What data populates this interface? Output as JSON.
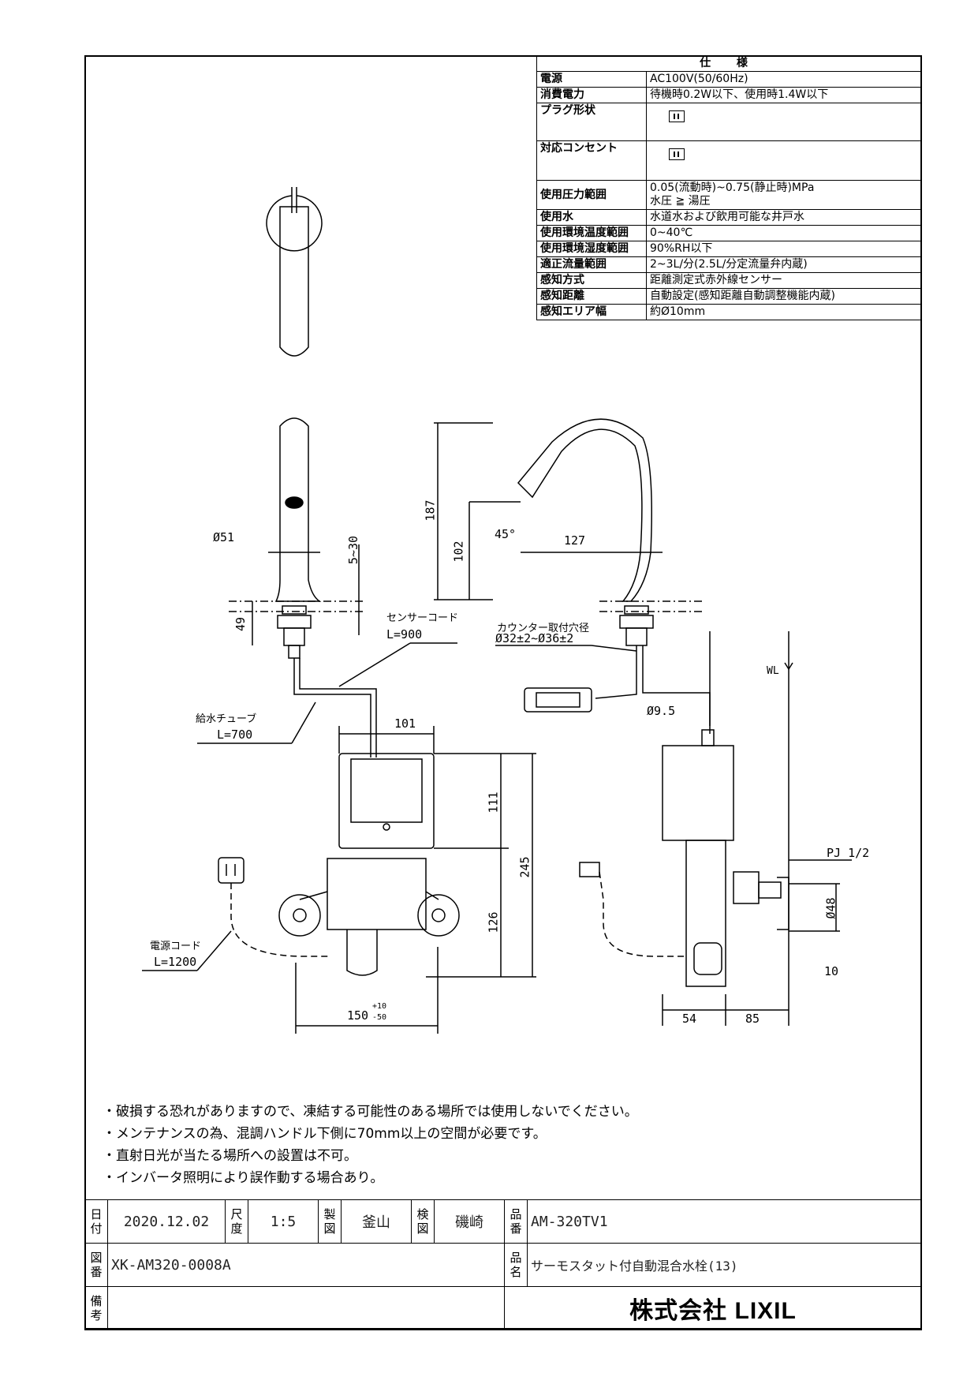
{
  "spec": {
    "header": "仕 様",
    "rows": [
      {
        "key": "電源",
        "value": "AC100V(50/60Hz)"
      },
      {
        "key": "消費電力",
        "value": "待機時0.2W以下、使用時1.4W以下"
      },
      {
        "key": "プラグ形状",
        "value": ""
      },
      {
        "key": "対応コンセント",
        "value": ""
      },
      {
        "key": "使用圧力範囲",
        "value": "0.05(流動時)~0.75(静止時)MPa",
        "value2": "水圧 ≧ 湯圧"
      },
      {
        "key": "使用水",
        "value": "水道水および飲用可能な井戸水"
      },
      {
        "key": "使用環境温度範囲",
        "value": "0~40℃"
      },
      {
        "key": "使用環境湿度範囲",
        "value": "90%RH以下"
      },
      {
        "key": "適正流量範囲",
        "value": "2~3L/分(2.5L/分定流量弁内蔵)"
      },
      {
        "key": "感知方式",
        "value": "距離測定式赤外線センサー"
      },
      {
        "key": "感知距離",
        "value": "自動設定(感知距離自動調整機能内蔵)"
      },
      {
        "key": "感知エリア幅",
        "value": "約Ø10mm"
      }
    ]
  },
  "dims": {
    "d51": "Ø51",
    "d5_30": "5~30",
    "d49": "49",
    "d187": "187",
    "d102": "102",
    "d45": "45°",
    "d127": "127",
    "sensor_cord": "センサーコード",
    "sensor_len": "L=900",
    "counter_hole": "カウンター取付穴径",
    "counter_hole_val": "Ø32±2~Ø36±2",
    "supply_tube": "給水チューブ",
    "supply_len": "L=700",
    "d101": "101",
    "d9_5": "Ø9.5",
    "wl": "WL",
    "d111": "111",
    "d245": "245",
    "d126": "126",
    "power_cord": "電源コード",
    "power_len": "L=1200",
    "d150": "150",
    "d150_tol_up": "+10",
    "d150_tol_dn": "-50",
    "pj": "PJ 1/2",
    "d48": "Ø48",
    "d10": "10",
    "d54": "54",
    "d85": "85"
  },
  "notes": [
    "破損する恐れがありますので、凍結する可能性のある場所では使用しないでください。",
    "メンテナンスの為、混調ハンドル下側に70mm以上の空間が必要です。",
    "直射日光が当たる場所への設置は不可。",
    "インバータ照明により誤作動する場合あり。"
  ],
  "title_block": {
    "date_label": "日付",
    "date": "2020.12.02",
    "scale_label": "尺度",
    "scale": "1:5",
    "drawn_label": "製図",
    "drawn": "釜山",
    "checked_label": "検図",
    "checked": "磯崎",
    "product_no_label": "品番",
    "product_no": "AM-320TV1",
    "drawing_no_label": "図番",
    "drawing_no": "XK-AM320-0008A",
    "product_name_label": "品名",
    "product_name": "サーモスタット付自動混合水栓(13)",
    "remarks_label": "備考",
    "company": "株式会社 LIXIL"
  }
}
